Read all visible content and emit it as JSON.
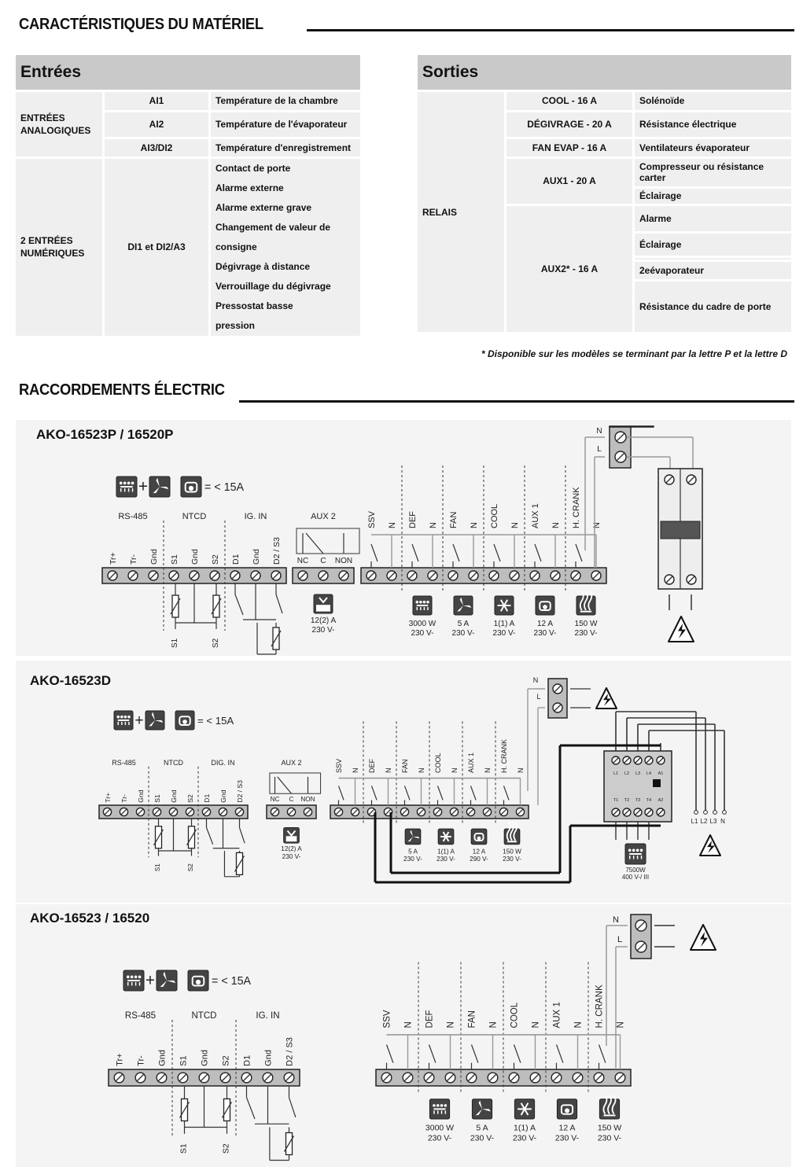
{
  "headings": {
    "material": "CARACTÉRISTIQUES DU MATÉRIEL",
    "electrical": "RACCORDEMENTS ÉLECTRIC"
  },
  "inputs": {
    "title": "Entrées",
    "analog_label": "ENTRÉES\nANALOGIQUES",
    "analog_rows": [
      {
        "code": "AI1",
        "desc": "Température de la chambre"
      },
      {
        "code": "AI2",
        "desc": "Température de l'évaporateur"
      },
      {
        "code": "AI3/DI2",
        "desc": "Température d'enregistrement"
      }
    ],
    "digital_label": "2 ENTRÉES\nNUMÉRIQUES",
    "digital_code": "DI1 et DI2/A3",
    "digital_functions": [
      "Contact de porte",
      "Alarme externe",
      "Alarme externe grave",
      "Changement de valeur de",
      "consigne",
      "Dégivrage à distance",
      "Verrouillage du dégivrage",
      "Pressostat basse",
      "pression"
    ]
  },
  "outputs": {
    "title": "Sorties",
    "relay_label": "RELAIS",
    "rows": [
      {
        "code": "COOL - 16 A",
        "desc": "Solénoïde"
      },
      {
        "code": "DÉGIVRAGE - 20 A",
        "desc": "Résistance électrique"
      },
      {
        "code": "FAN EVAP - 16 A",
        "desc": "Ventilateurs évaporateur"
      }
    ],
    "aux1_code": "AUX1 - 20 A",
    "aux1_desc": [
      "Compresseur ou résistance carter",
      "Éclairage"
    ],
    "aux2_code": "AUX2* - 16 A",
    "aux2_desc": [
      "Alarme",
      "Éclairage",
      "2eévaporateur",
      "Résistance du cadre de porte"
    ]
  },
  "footnote": "* Disponible sur les modèles se terminant par la lettre P et la lettre D",
  "diagrams": [
    {
      "model": "AKO-16523P / 16520P",
      "limit": "= < 15A",
      "groups": [
        "RS-485",
        "NTCD",
        "IG. IN",
        "AUX 2"
      ],
      "left_terminals": [
        "Tr+",
        "Tr-",
        "Gnd",
        "S1",
        "Gnd",
        "S2",
        "D1",
        "Gnd",
        "D2 / S3"
      ],
      "aux2_terminals": [
        "NC",
        "C",
        "NON"
      ],
      "aux2_rating": [
        "12(2) A",
        "230 V-"
      ],
      "right_terminals": [
        "SSV",
        "N",
        "DEF",
        "N",
        "FAN",
        "N",
        "COOL",
        "N",
        "AUX 1",
        "N",
        "H. CRANK",
        "N"
      ],
      "sensors": [
        "S1",
        "S2"
      ],
      "loads": [
        {
          "icon": "defrost-icon",
          "rating": [
            "3000 W",
            "230 V-"
          ]
        },
        {
          "icon": "fan-icon",
          "rating": [
            "5 A",
            "230 V-"
          ]
        },
        {
          "icon": "snowflake-icon",
          "rating": [
            "1(1) A",
            "230 V-"
          ]
        },
        {
          "icon": "compressor-icon",
          "rating": [
            "12 A",
            "230 V-"
          ]
        },
        {
          "icon": "heater-icon",
          "rating": [
            "150 W",
            "230 V-"
          ]
        }
      ],
      "supply": [
        "N",
        "L"
      ]
    },
    {
      "model": "AKO-16523D",
      "limit": "= < 15A",
      "groups": [
        "RS-485",
        "NTCD",
        "DIG. IN",
        "AUX 2"
      ],
      "left_terminals": [
        "Tr+",
        "Tr-",
        "Gnd",
        "S1",
        "Gnd",
        "S2",
        "D1",
        "Gnd",
        "D2 / S3"
      ],
      "aux2_terminals": [
        "NC",
        "C",
        "NON"
      ],
      "aux2_rating": [
        "12(2) A",
        "230 V-"
      ],
      "right_terminals": [
        "SSV",
        "N",
        "DEF",
        "N",
        "FAN",
        "N",
        "COOL",
        "N",
        "AUX 1",
        "N",
        "H. CRANK",
        "N"
      ],
      "sensors": [
        "S1",
        "S2"
      ],
      "loads": [
        {
          "icon": "fan-icon",
          "rating": [
            "5 A",
            "230 V-"
          ]
        },
        {
          "icon": "snowflake-icon",
          "rating": [
            "1(1) A",
            "230 V-"
          ]
        },
        {
          "icon": "compressor-icon",
          "rating": [
            "12 A",
            "290 V-"
          ]
        },
        {
          "icon": "heater-icon",
          "rating": [
            "150 W",
            "230 V-"
          ]
        }
      ],
      "contactor_top": [
        "L1",
        "L2",
        "L3",
        "L4",
        "A1"
      ],
      "contactor_bottom": [
        "T1",
        "T2",
        "T3",
        "T4",
        "A2"
      ],
      "contactor_load": [
        "7500W",
        "400 V-/ III"
      ],
      "three_phase": [
        "L1",
        "L2",
        "L3",
        "N"
      ],
      "supply": [
        "N",
        "L"
      ]
    },
    {
      "model": "AKO-16523 / 16520",
      "limit": "= < 15A",
      "groups": [
        "RS-485",
        "NTCD",
        "IG. IN"
      ],
      "left_terminals": [
        "Tr+",
        "Tr-",
        "Gnd",
        "S1",
        "Gnd",
        "S2",
        "D1",
        "Gnd",
        "D2 / S3"
      ],
      "right_terminals": [
        "SSV",
        "N",
        "DEF",
        "N",
        "FAN",
        "N",
        "COOL",
        "N",
        "AUX 1",
        "N",
        "H. CRANK",
        "N"
      ],
      "sensors": [
        "S1",
        "S2"
      ],
      "loads": [
        {
          "icon": "defrost-icon",
          "rating": [
            "3000 W",
            "230 V-"
          ]
        },
        {
          "icon": "fan-icon",
          "rating": [
            "5 A",
            "230 V-"
          ]
        },
        {
          "icon": "snowflake-icon",
          "rating": [
            "1(1) A",
            "230 V-"
          ]
        },
        {
          "icon": "compressor-icon",
          "rating": [
            "12 A",
            "230 V-"
          ]
        },
        {
          "icon": "heater-icon",
          "rating": [
            "150 W",
            "230 V-"
          ]
        }
      ],
      "supply": [
        "N",
        "L"
      ]
    }
  ]
}
